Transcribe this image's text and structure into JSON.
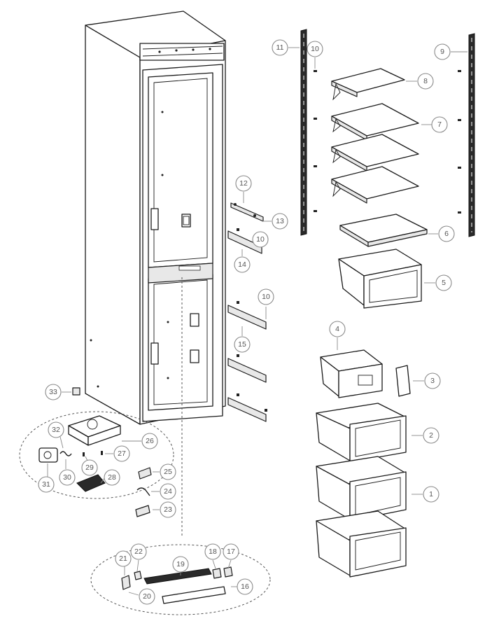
{
  "diagram": {
    "callouts": [
      {
        "id": "c1",
        "label": "1"
      },
      {
        "id": "c2",
        "label": "2"
      },
      {
        "id": "c3",
        "label": "3"
      },
      {
        "id": "c4",
        "label": "4"
      },
      {
        "id": "c5",
        "label": "5"
      },
      {
        "id": "c6",
        "label": "6"
      },
      {
        "id": "c7",
        "label": "7"
      },
      {
        "id": "c8",
        "label": "8"
      },
      {
        "id": "c9",
        "label": "9"
      },
      {
        "id": "c10a",
        "label": "10"
      },
      {
        "id": "c10b",
        "label": "10"
      },
      {
        "id": "c10c",
        "label": "10"
      },
      {
        "id": "c11",
        "label": "11"
      },
      {
        "id": "c12",
        "label": "12"
      },
      {
        "id": "c13",
        "label": "13"
      },
      {
        "id": "c14",
        "label": "14"
      },
      {
        "id": "c15",
        "label": "15"
      },
      {
        "id": "c16",
        "label": "16"
      },
      {
        "id": "c17",
        "label": "17"
      },
      {
        "id": "c18",
        "label": "18"
      },
      {
        "id": "c19",
        "label": "19"
      },
      {
        "id": "c20",
        "label": "20"
      },
      {
        "id": "c21",
        "label": "21"
      },
      {
        "id": "c22",
        "label": "22"
      },
      {
        "id": "c23",
        "label": "23"
      },
      {
        "id": "c24",
        "label": "24"
      },
      {
        "id": "c25",
        "label": "25"
      },
      {
        "id": "c26",
        "label": "26"
      },
      {
        "id": "c27",
        "label": "27"
      },
      {
        "id": "c28",
        "label": "28"
      },
      {
        "id": "c29",
        "label": "29"
      },
      {
        "id": "c30",
        "label": "30"
      },
      {
        "id": "c31",
        "label": "31"
      },
      {
        "id": "c32",
        "label": "32"
      },
      {
        "id": "c33",
        "label": "33"
      }
    ]
  }
}
